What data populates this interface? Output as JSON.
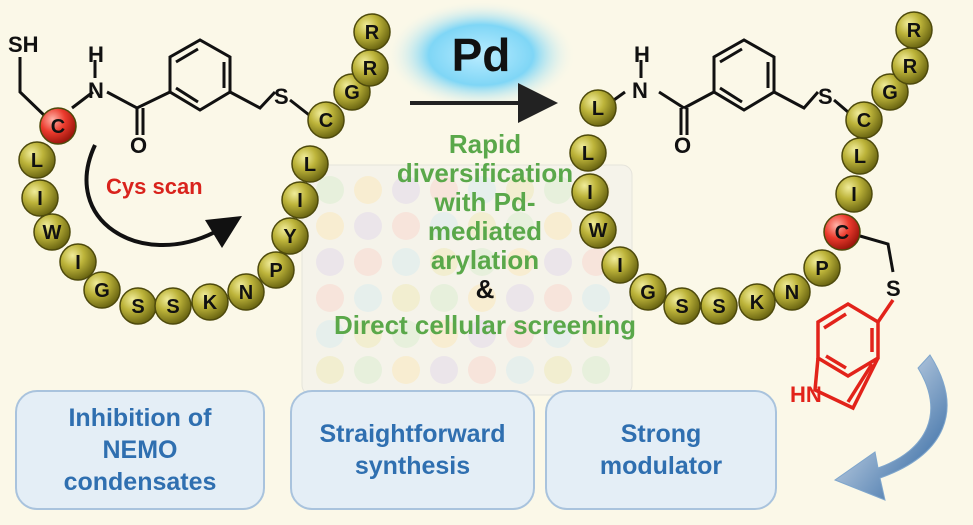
{
  "reagent": "Pd",
  "left_peptide": {
    "thiol": "SH",
    "amide_h": "H",
    "amide_n": "N",
    "carbonyl_o": "O",
    "thioether_s": "S",
    "beads": [
      "C",
      "L",
      "I",
      "W",
      "I",
      "G",
      "S",
      "S",
      "K",
      "N",
      "P",
      "Y",
      "I",
      "L",
      "C",
      "G",
      "R",
      "R"
    ],
    "scan_label": "Cys scan"
  },
  "right_peptide": {
    "amide_h": "H",
    "amide_n": "N",
    "carbonyl_o": "O",
    "thioether_s": "S",
    "aryl_s": "S",
    "indole_nh": "HN",
    "beads": [
      "L",
      "L",
      "I",
      "W",
      "I",
      "G",
      "S",
      "S",
      "K",
      "N",
      "P",
      "C",
      "I",
      "L",
      "C",
      "G",
      "R",
      "R"
    ]
  },
  "center": {
    "lines": [
      "Rapid",
      "diversification",
      "with Pd-",
      "mediated",
      "arylation",
      "&",
      "Direct cellular screening"
    ]
  },
  "boxes": [
    {
      "text": "Inhibition of NEMO condensates"
    },
    {
      "text": "Straightforward synthesis"
    },
    {
      "text": "Strong modulator"
    }
  ],
  "colors": {
    "bead": "#9a9420",
    "bead_highlight": "#e33b2e",
    "center_text": "#5aa84a",
    "box_text": "#2f6fb0",
    "indole": "#e2231a"
  }
}
